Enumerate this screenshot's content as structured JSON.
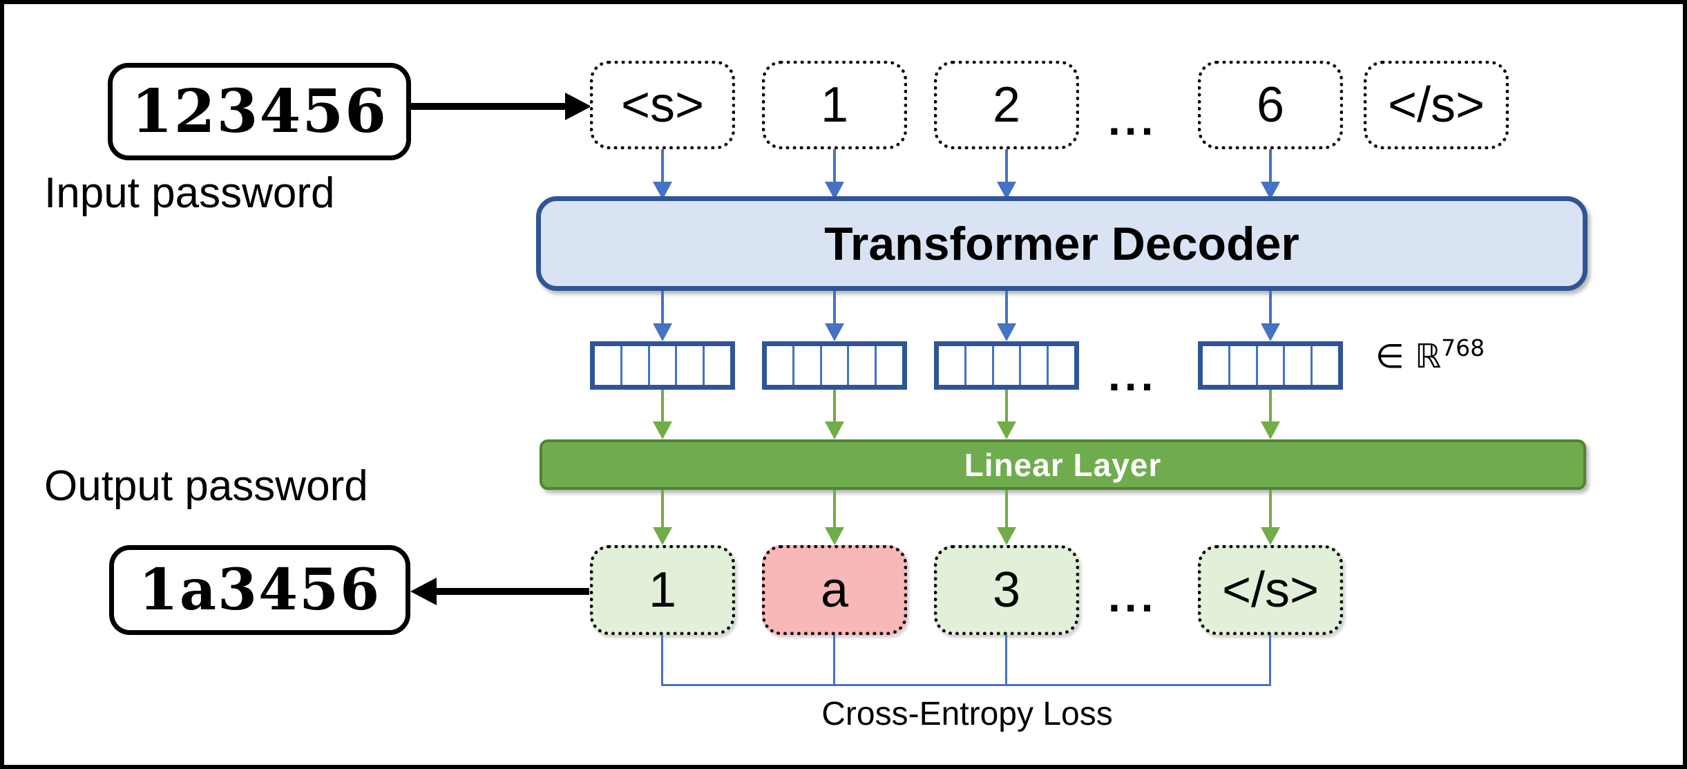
{
  "diagram_title": "Transformer decoder password model training diagram",
  "input_password": {
    "value": "123456",
    "label": "Input password"
  },
  "output_password": {
    "value": "1a3456",
    "label": "Output password"
  },
  "top_tokens": [
    {
      "label": "<s>"
    },
    {
      "label": "1"
    },
    {
      "label": "2"
    },
    {
      "label": "6"
    },
    {
      "label": "</s>"
    }
  ],
  "ellipsis": "...",
  "transformer": {
    "label": "Transformer Decoder"
  },
  "linear_layer": {
    "label": "Linear Layer"
  },
  "embedding": {
    "vector_count_shown": 4,
    "cells_per_vector": 5,
    "dimension_prefix": "∈ ℝ",
    "dimension_exponent": "768"
  },
  "output_tokens": [
    {
      "label": "1",
      "state": "correct"
    },
    {
      "label": "a",
      "state": "incorrect"
    },
    {
      "label": "3",
      "state": "correct"
    },
    {
      "label": "</s>",
      "state": "correct"
    }
  ],
  "loss": {
    "label": "Cross-Entropy Loss"
  },
  "colors": {
    "navy_border": "#2f5597",
    "blue_arrow": "#4472c4",
    "transformer_fill": "#dae3f3",
    "green_fill": "#6fac4d",
    "green_border": "#538135",
    "green_arrow": "#70ad47",
    "token_correct_fill": "#e2efd9",
    "token_incorrect_fill": "#f8b8b8",
    "frame": "#000000"
  }
}
